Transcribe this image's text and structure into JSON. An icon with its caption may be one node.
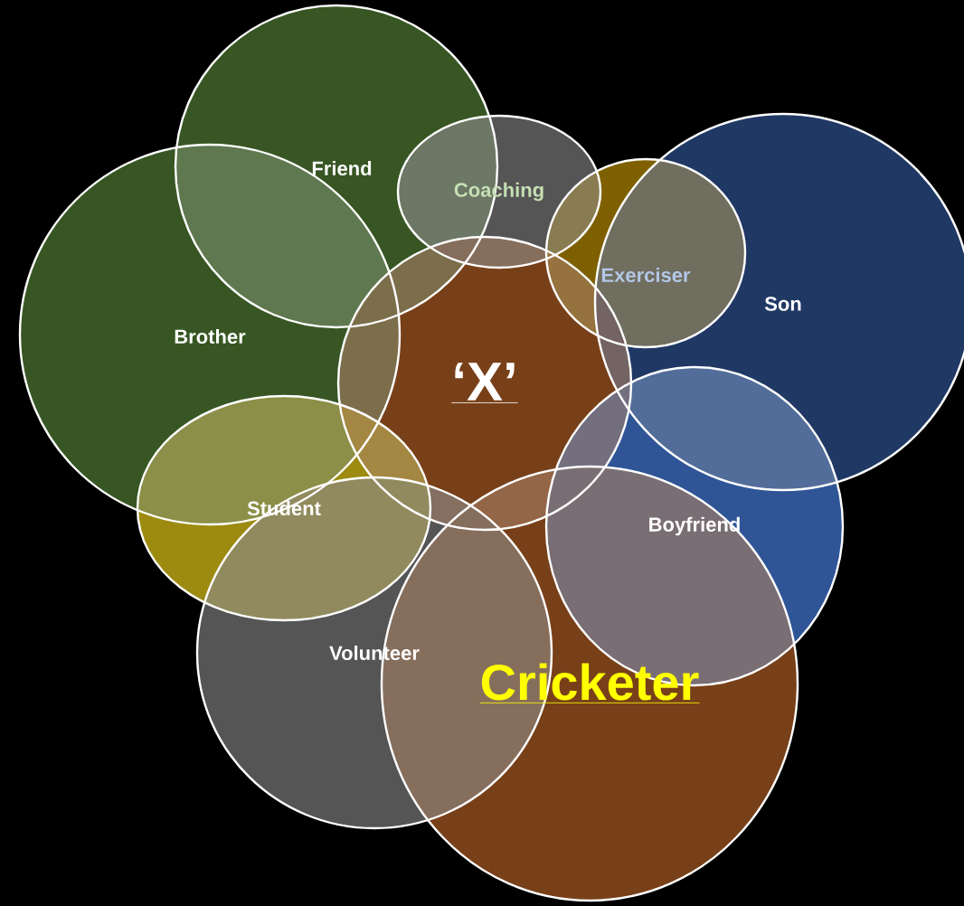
{
  "diagram": {
    "nodes": [
      {
        "text": [
          "Friend"
        ]
      },
      {
        "text": [
          "Brother"
        ]
      },
      {
        "text": [
          "Coaching"
        ]
      },
      {
        "text": [
          "Exerciser"
        ]
      },
      {
        "text": [
          "Son"
        ]
      },
      {
        "text": [
          "‘X’"
        ]
      },
      {
        "text": [
          "Student"
        ]
      },
      {
        "text": [
          "Boyfriend"
        ]
      },
      {
        "text": [
          "Volunteer"
        ]
      },
      {
        "text": [
          "Cricketer"
        ]
      }
    ]
  }
}
